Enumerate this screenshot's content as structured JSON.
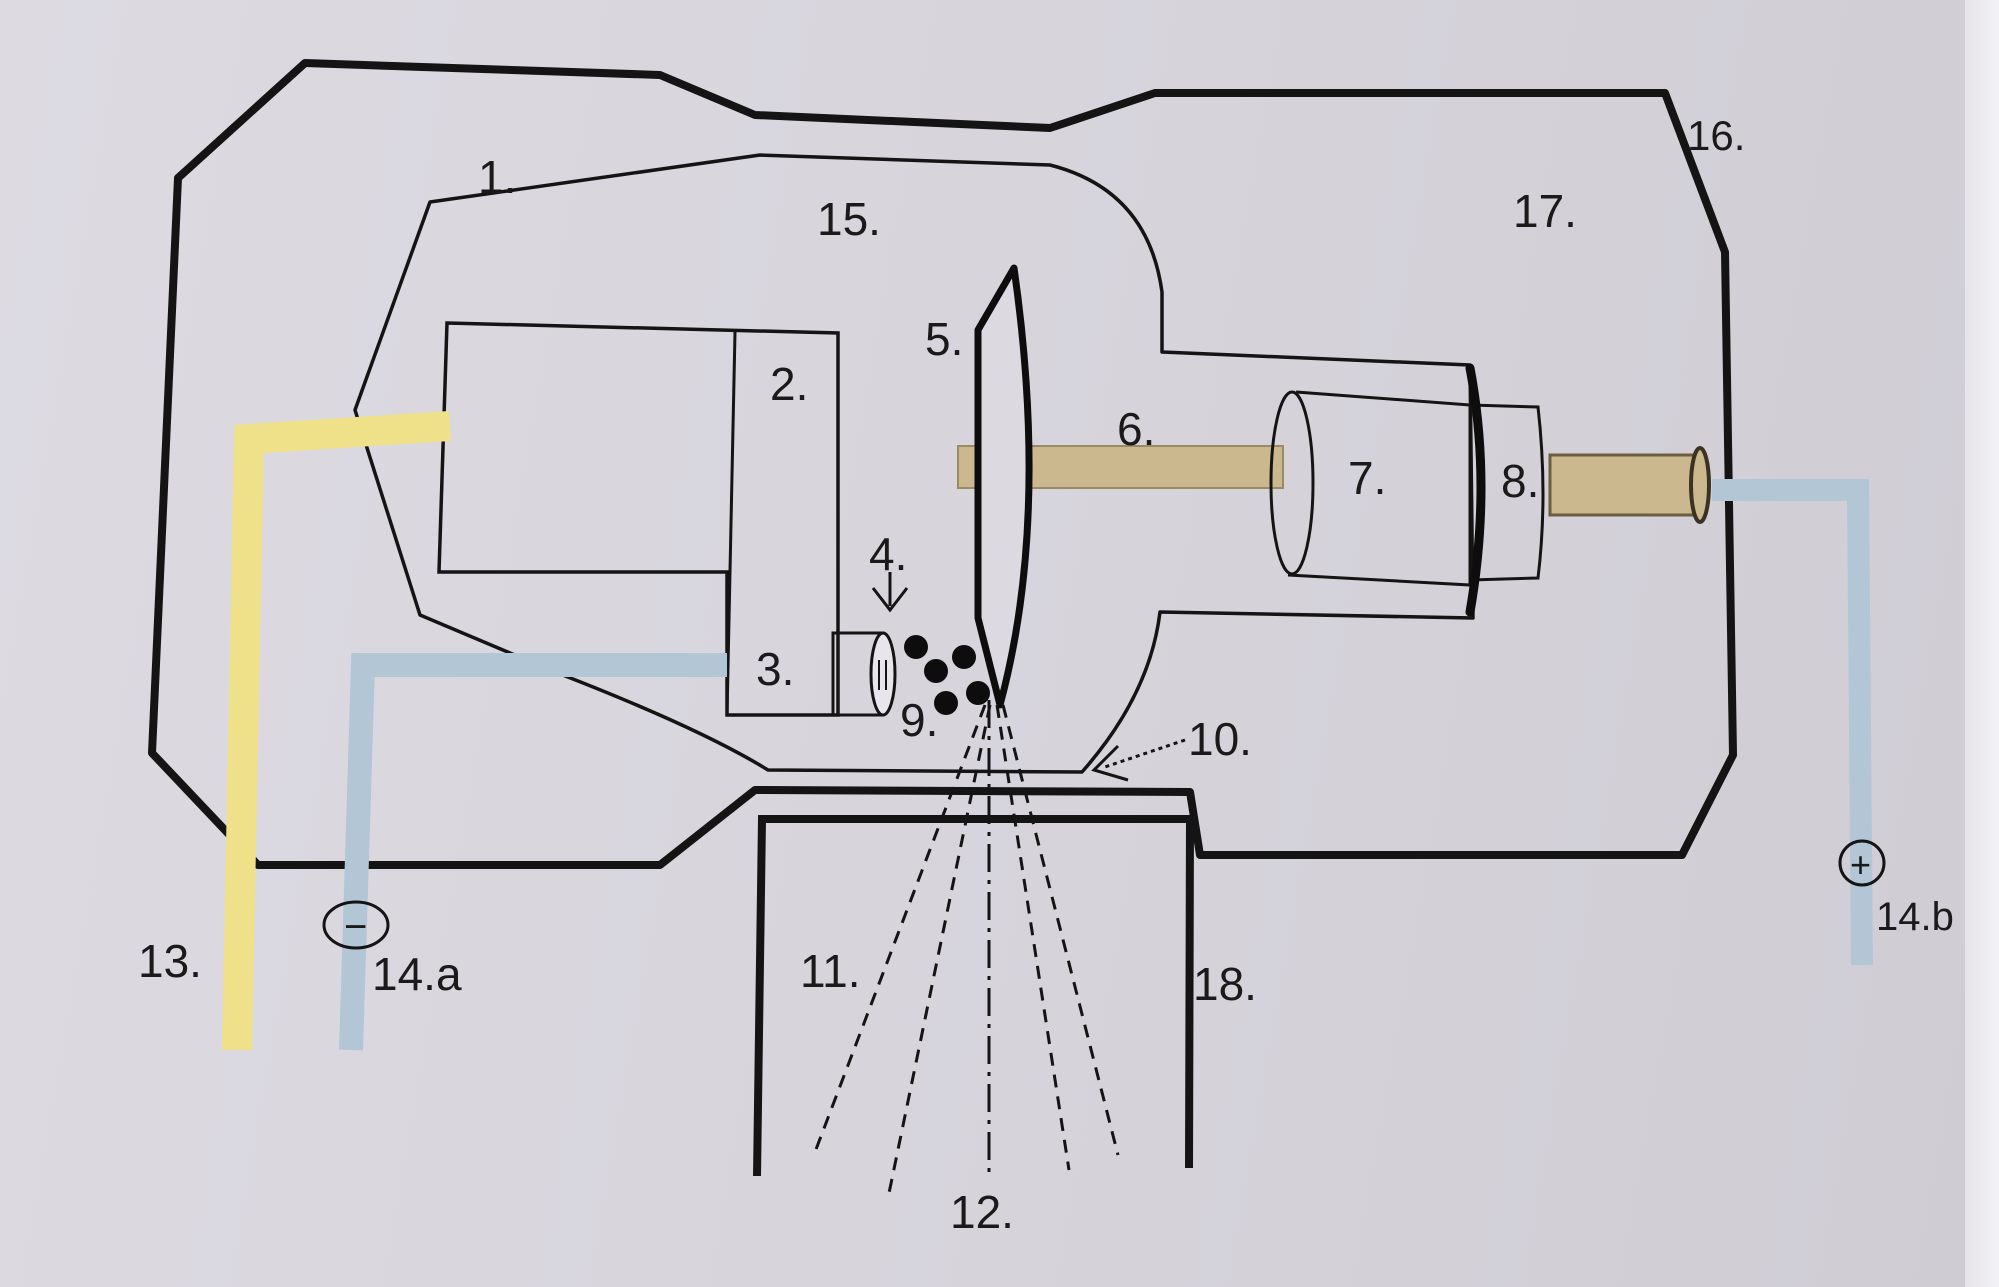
{
  "labels": {
    "l1": "1.",
    "l2": "2.",
    "l3": "3.",
    "l4": "4.",
    "l5": "5.",
    "l6": "6.",
    "l7": "7.",
    "l8": "8.",
    "l9": "9.",
    "l10": "10.",
    "l11": "11.",
    "l12": "12.",
    "l13": "13.",
    "l14a": "14.a",
    "l14b": "14.b",
    "l15": "15.",
    "l16": "16.",
    "l17": "17.",
    "l18": "18."
  },
  "symbols": {
    "minus": "−",
    "plus": "+"
  },
  "colors": {
    "yellow_wire": "#efe08a",
    "blue_wire": "#b2c6d6",
    "rod": "#cbb88e",
    "stroke": "#141414"
  }
}
